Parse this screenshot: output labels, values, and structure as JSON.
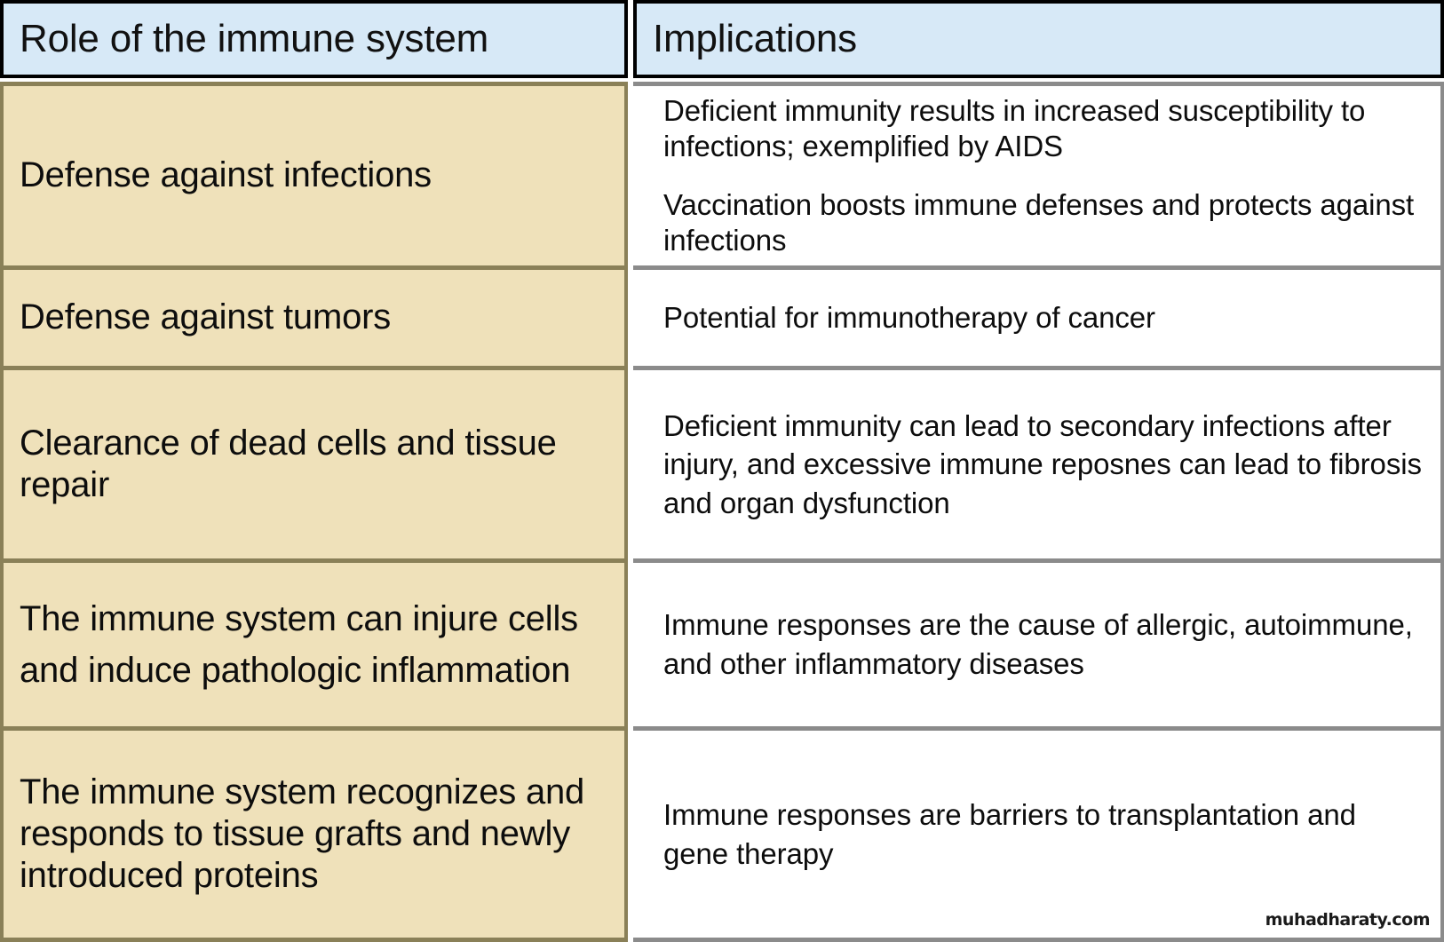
{
  "table": {
    "columns": [
      {
        "key": "role",
        "header": "Role of the immune system"
      },
      {
        "key": "implications",
        "header": "Implications"
      }
    ],
    "colors": {
      "header_background": "#D7E9F7",
      "header_border": "#000000",
      "role_cell_background": "#EFE1BA",
      "role_cell_border": "#8A8058",
      "implication_cell_background": "#FFFFFF",
      "implication_cell_border": "#8B8B8B",
      "text": "#0D0D0D"
    },
    "rows": [
      {
        "role": "Defense against infections",
        "implications": [
          "Deficient immunity results in increased susceptibility to infections; exemplified by AIDS",
          "Vaccination boosts immune defenses and protects against infections"
        ]
      },
      {
        "role": "Defense against tumors",
        "implications": [
          "Potential for immunotherapy of cancer"
        ]
      },
      {
        "role": "Clearance of dead cells and tissue repair",
        "implications": [
          "Deficient immunity can lead to secondary infections after injury, and excessive immune reposnes can lead to fibrosis and organ dysfunction"
        ]
      },
      {
        "role": "The immune system can injure cells and induce pathologic inflammation",
        "implications": [
          "Immune responses are the cause of allergic, autoimmune, and other inflammatory diseases"
        ]
      },
      {
        "role": "The immune system recognizes and responds to tissue grafts and newly introduced proteins",
        "implications": [
          "Immune responses are barriers to transplantation and gene therapy"
        ]
      }
    ]
  },
  "watermark": {
    "text": "muhadharaty.com"
  }
}
